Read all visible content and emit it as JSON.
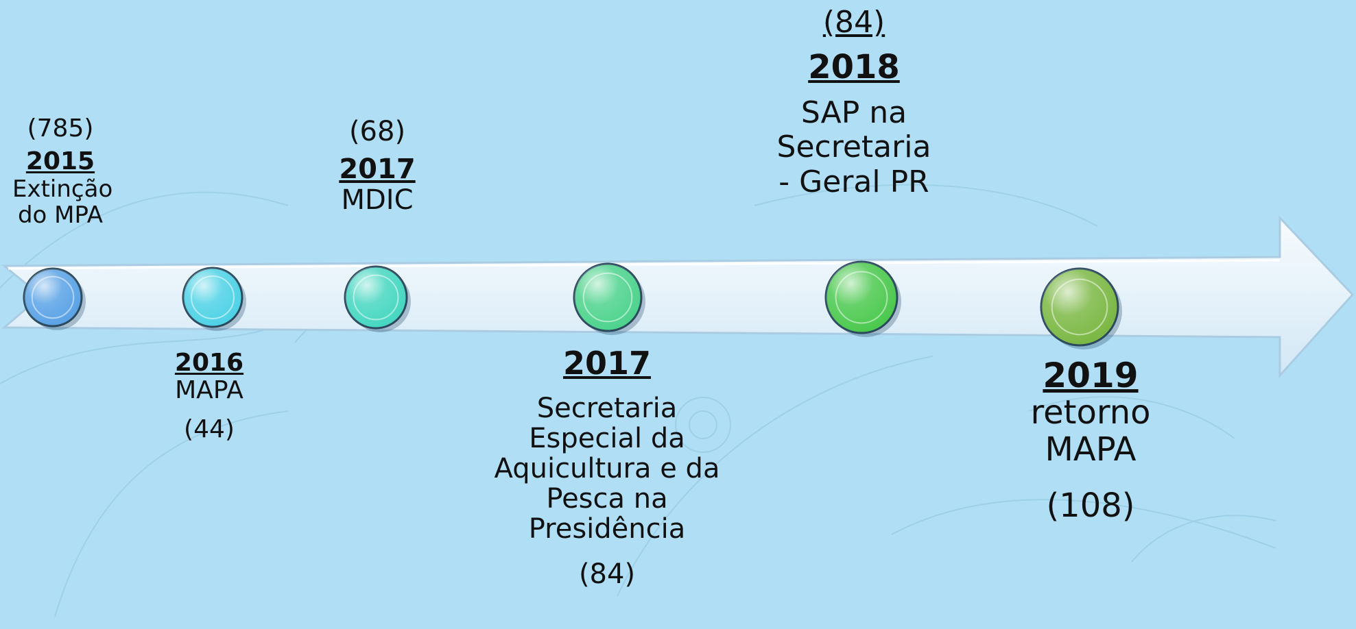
{
  "colors": {
    "background": "#b0def4",
    "arrow_fill": "#eaf4fb",
    "arrow_edge": "#c7dff0",
    "text": "#111111"
  },
  "timeline": {
    "events": [
      {
        "count": "(785)",
        "year": "2015",
        "desc": [
          "Extinção",
          "do MPA"
        ],
        "dot_color": "#5ba3e6"
      },
      {
        "count": "(44)",
        "year": "2016",
        "desc": [
          "MAPA"
        ],
        "dot_color": "#4fd2e6"
      },
      {
        "count": "(68)",
        "year": "2017",
        "desc": [
          "MDIC"
        ],
        "dot_color": "#47d7c1"
      },
      {
        "count": "(84)",
        "year": "2017",
        "desc": [
          "Secretaria",
          "Especial da",
          "Aquicultura e da",
          "Pesca na",
          "Presidência"
        ],
        "dot_color": "#4ed38d"
      },
      {
        "count": "(84)",
        "year": "2018",
        "desc": [
          "SAP na",
          "Secretaria",
          "- Geral PR"
        ],
        "dot_color": "#4cc94f"
      },
      {
        "count": "(108)",
        "year": "2019",
        "desc": [
          "retorno",
          "MAPA"
        ],
        "dot_color": "#7cb845"
      }
    ]
  }
}
